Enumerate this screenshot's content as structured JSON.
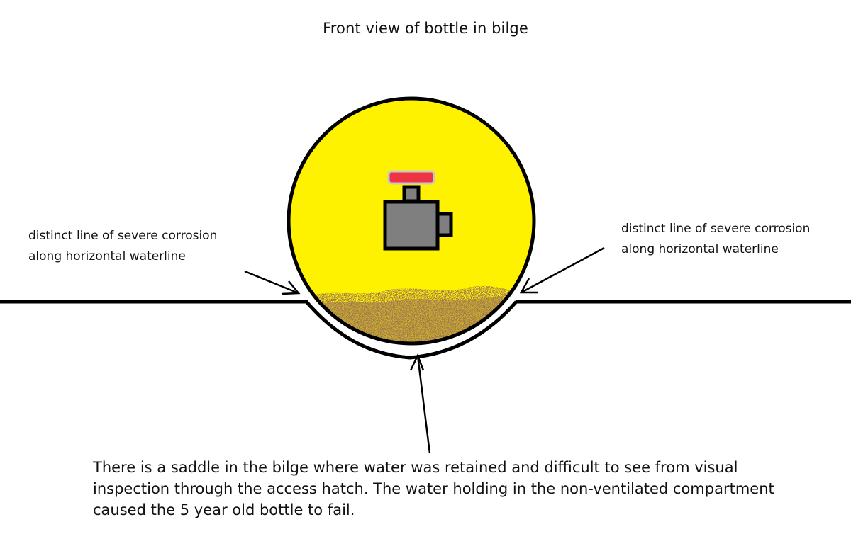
{
  "diagram": {
    "title": "Front view of bottle in bilge",
    "annotation_left": {
      "line1": "distinct line of severe corrosion",
      "line2": "along horizontal waterline"
    },
    "annotation_right": {
      "line1": "distinct line of severe corrosion",
      "line2": "along horizontal waterline"
    },
    "caption": {
      "line1": "There is a saddle in the bilge where water was retained and difficult to see from visual",
      "line2": "inspection through the access hatch. The water holding in the non-ventilated compartment",
      "line3": "caused the 5 year old bottle to fail."
    }
  },
  "colors": {
    "bottle_fill": "#fff200",
    "corrosion": "#a07850",
    "valve_body": "#7f7f7f",
    "valve_handle": "#ee3344",
    "outline": "#000000"
  }
}
